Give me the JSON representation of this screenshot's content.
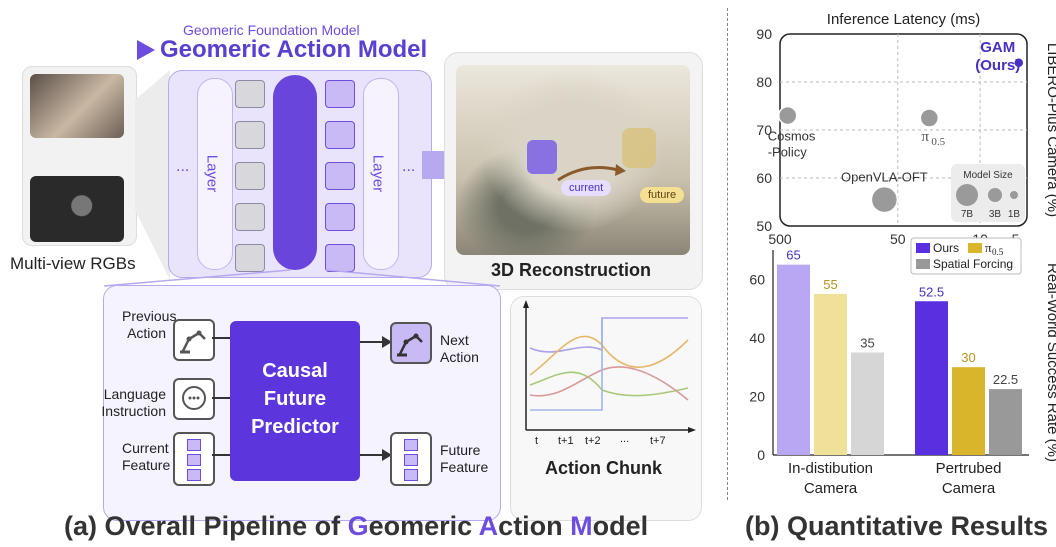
{
  "pipeline": {
    "subtitle": "Geomeric Foundation Model",
    "title": "Geomeric Action Model",
    "layer_label": "Layer",
    "ellipsis": "...",
    "multiview_label": "Multi-view RGBs",
    "recon_label": "3D Reconstruction",
    "recon_current": "current",
    "recon_future": "future",
    "predictor": {
      "line1": "Causal",
      "line2": "Future",
      "line3": "Predictor"
    },
    "inputs": [
      {
        "line1": "Previous",
        "line2": "Action",
        "icon": "robot-arm-icon"
      },
      {
        "line1": "Language",
        "line2": "Instruction",
        "icon": "chat-bubble-icon"
      },
      {
        "line1": "Current",
        "line2": "Feature",
        "icon": "feature-stack-icon"
      }
    ],
    "outputs": [
      {
        "line1": "Next",
        "line2": "Action",
        "icon": "robot-arm-icon"
      },
      {
        "line1": "Future",
        "line2": "Feature",
        "icon": "feature-stack-icon"
      }
    ],
    "action_chunk": {
      "title": "Action Chunk",
      "ticks": [
        "t",
        "t+1",
        "t+2",
        "...",
        "t+7"
      ]
    },
    "caption_parts": [
      "(a) Overall Pipeline of ",
      "G",
      "eomeric ",
      "A",
      "ction ",
      "M",
      "odel"
    ],
    "colors": {
      "accent": "#6d4ce0",
      "light": "#e7e1fb",
      "mid": "#b8a8ef"
    }
  },
  "results_caption": "(b) Quantitative Results",
  "chart_data": [
    {
      "type": "scatter",
      "title": "Inference Latency (ms)",
      "ylabel": "LIBERO-Plus Camera (%)",
      "x_scale": "log-reversed",
      "xlim": [
        500,
        4
      ],
      "ylim": [
        50,
        90
      ],
      "xticks": [
        "500",
        "50",
        "10",
        "5"
      ],
      "xtick_values": [
        500,
        50,
        10,
        5
      ],
      "yticks": [
        "50",
        "60",
        "70",
        "80",
        "90"
      ],
      "grid": true,
      "points": [
        {
          "label": "GAM",
          "label2": "(Ours)",
          "x": 4.7,
          "y": 84,
          "size": "small",
          "color": "#4a2fc0"
        },
        {
          "label": "Cosmos",
          "label2": "-Policy",
          "x": 430,
          "y": 73,
          "size": "medium",
          "color": "#9a9a9a"
        },
        {
          "label": "π",
          "label_sub": "0.5",
          "x": 27,
          "y": 72.5,
          "size": "medium",
          "color": "#9a9a9a"
        },
        {
          "label": "OpenVLA-OFT",
          "label2": "",
          "x": 65,
          "y": 55.5,
          "size": "large",
          "color": "#9a9a9a"
        }
      ],
      "size_legend": {
        "title": "Model Size",
        "items": [
          "7B",
          "3B",
          "1B"
        ]
      }
    },
    {
      "type": "bar",
      "ylabel": "Real-World Success Rate (%)",
      "categories": [
        [
          "In-distibution",
          "Camera"
        ],
        [
          "Pertrubed",
          "Camera"
        ]
      ],
      "ylim": [
        0,
        70
      ],
      "yticks": [
        "0",
        "20",
        "40",
        "60"
      ],
      "series": [
        {
          "name": "Ours",
          "values": [
            65,
            52.5
          ],
          "colors": [
            "#b9a7f3",
            "#5a2fe0"
          ],
          "swatch": "#5a2fe0"
        },
        {
          "name": "π",
          "name_sub": "0.5",
          "values": [
            55,
            30
          ],
          "colors": [
            "#f0e19a",
            "#d9b52c"
          ],
          "swatch": "#d9b52c"
        },
        {
          "name": "Spatial Forcing",
          "values": [
            35,
            22.5
          ],
          "colors": [
            "#d6d6d6",
            "#999999"
          ],
          "swatch": "#999999"
        }
      ],
      "value_labels": [
        [
          "65",
          "55",
          "35"
        ],
        [
          "52.5",
          "30",
          "22.5"
        ]
      ]
    }
  ]
}
